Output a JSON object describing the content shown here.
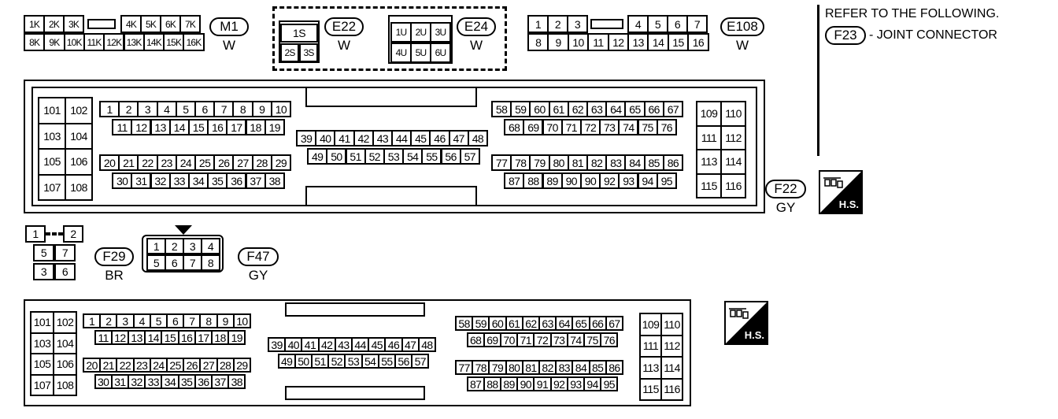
{
  "reference": {
    "title": "REFER TO THE FOLLOWING.",
    "connector_id": "F23",
    "connector_text": "- JOINT CONNECTOR"
  },
  "m1": {
    "id": "M1",
    "color": "W",
    "row1": [
      "1K",
      "2K",
      "3K",
      "",
      "4K",
      "5K",
      "6K",
      "7K"
    ],
    "row2": [
      "8K",
      "9K",
      "10K",
      "11K",
      "12K",
      "13K",
      "14K",
      "15K",
      "16K"
    ]
  },
  "e22": {
    "id": "E22",
    "color": "W",
    "cells": [
      "1S",
      "2S",
      "3S"
    ]
  },
  "e24": {
    "id": "E24",
    "color": "W",
    "cells": [
      "1U",
      "2U",
      "3U",
      "4U",
      "5U",
      "6U"
    ]
  },
  "e108": {
    "id": "E108",
    "color": "W",
    "row1": [
      "1",
      "2",
      "3",
      "",
      "4",
      "5",
      "6",
      "7"
    ],
    "row2": [
      "8",
      "9",
      "10",
      "11",
      "12",
      "13",
      "14",
      "15",
      "16"
    ]
  },
  "f22": {
    "id": "F22",
    "color": "GY",
    "left_block": [
      "101",
      "102",
      "103",
      "104",
      "105",
      "106",
      "107",
      "108"
    ],
    "row_a": [
      "1",
      "2",
      "3",
      "4",
      "5",
      "6",
      "7",
      "8",
      "9",
      "10"
    ],
    "row_b": [
      "11",
      "12",
      "13",
      "14",
      "15",
      "16",
      "17",
      "18",
      "19"
    ],
    "row_c": [
      "20",
      "21",
      "22",
      "23",
      "24",
      "25",
      "26",
      "27",
      "28",
      "29"
    ],
    "row_d": [
      "30",
      "31",
      "32",
      "33",
      "34",
      "35",
      "36",
      "37",
      "38"
    ],
    "mid_a": [
      "39",
      "40",
      "41",
      "42",
      "43",
      "44",
      "45",
      "46",
      "47",
      "48"
    ],
    "mid_b": [
      "49",
      "50",
      "51",
      "52",
      "53",
      "54",
      "55",
      "56",
      "57"
    ],
    "right_a": [
      "58",
      "59",
      "60",
      "61",
      "62",
      "63",
      "64",
      "65",
      "66",
      "67"
    ],
    "right_b": [
      "68",
      "69",
      "70",
      "71",
      "72",
      "73",
      "74",
      "75",
      "76"
    ],
    "right_c": [
      "77",
      "78",
      "79",
      "80",
      "81",
      "82",
      "83",
      "84",
      "85",
      "86"
    ],
    "right_d": [
      "87",
      "88",
      "89",
      "90",
      "90",
      "92",
      "93",
      "94",
      "95"
    ],
    "right_block": [
      "109",
      "110",
      "111",
      "112",
      "113",
      "114",
      "115",
      "116"
    ]
  },
  "bottom": {
    "left_block": [
      "101",
      "102",
      "103",
      "104",
      "105",
      "106",
      "107",
      "108"
    ],
    "row_a": [
      "1",
      "2",
      "3",
      "4",
      "5",
      "6",
      "7",
      "8",
      "9",
      "10"
    ],
    "row_b": [
      "11",
      "12",
      "13",
      "14",
      "15",
      "16",
      "17",
      "18",
      "19"
    ],
    "row_c": [
      "20",
      "21",
      "22",
      "23",
      "24",
      "25",
      "26",
      "27",
      "28",
      "29"
    ],
    "row_d": [
      "30",
      "31",
      "32",
      "33",
      "34",
      "35",
      "36",
      "37",
      "38"
    ],
    "mid_a": [
      "39",
      "40",
      "41",
      "42",
      "43",
      "44",
      "45",
      "46",
      "47",
      "48"
    ],
    "mid_b": [
      "49",
      "50",
      "51",
      "52",
      "53",
      "54",
      "55",
      "56",
      "57"
    ],
    "right_a": [
      "58",
      "59",
      "60",
      "61",
      "62",
      "63",
      "64",
      "65",
      "66",
      "67"
    ],
    "right_b": [
      "68",
      "69",
      "70",
      "71",
      "72",
      "73",
      "74",
      "75",
      "76"
    ],
    "right_c": [
      "77",
      "78",
      "79",
      "80",
      "81",
      "82",
      "83",
      "84",
      "85",
      "86"
    ],
    "right_d": [
      "87",
      "88",
      "89",
      "90",
      "91",
      "92",
      "93",
      "94",
      "95"
    ],
    "right_block": [
      "109",
      "110",
      "111",
      "112",
      "113",
      "114",
      "115",
      "116"
    ]
  },
  "f29": {
    "id": "F29",
    "color": "BR",
    "cells": [
      "1",
      "2",
      "5",
      "7",
      "3",
      "6"
    ]
  },
  "f47": {
    "id": "F47",
    "color": "GY",
    "cells": [
      "1",
      "2",
      "3",
      "4",
      "5",
      "6",
      "7",
      "8"
    ]
  },
  "hs_labels": [
    "H.S.",
    "H.S."
  ]
}
